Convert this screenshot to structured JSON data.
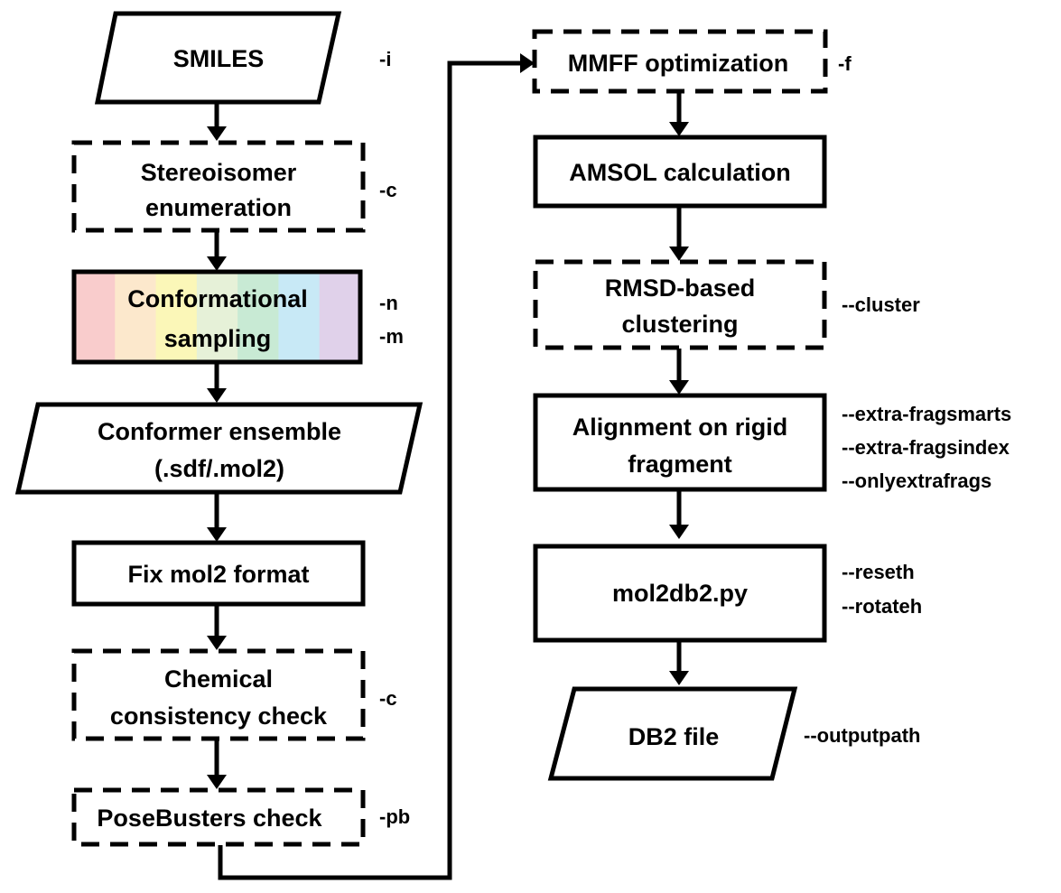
{
  "nodes": {
    "smiles": {
      "label": "SMILES",
      "flags": [
        "-i"
      ]
    },
    "stereo": {
      "lines": [
        "Stereoisomer",
        "enumeration"
      ],
      "flags": [
        "-c"
      ]
    },
    "sampling": {
      "lines": [
        "Conformational",
        "sampling"
      ],
      "flags": [
        "-n",
        "-m"
      ]
    },
    "ensemble": {
      "lines": [
        "Conformer ensemble",
        "(.sdf/.mol2)"
      ],
      "flags": []
    },
    "fixmol2": {
      "label": "Fix mol2 format",
      "flags": []
    },
    "chemcheck": {
      "lines": [
        "Chemical",
        "consistency check"
      ],
      "flags": [
        "-c"
      ]
    },
    "posebusters": {
      "label": "PoseBusters check",
      "flags": [
        "-pb"
      ]
    },
    "mmff": {
      "label": "MMFF optimization",
      "flags": [
        "-f"
      ]
    },
    "amsol": {
      "label": "AMSOL calculation",
      "flags": []
    },
    "rmsd": {
      "lines": [
        "RMSD-based",
        "clustering"
      ],
      "flags": [
        "--cluster"
      ]
    },
    "align": {
      "lines": [
        "Alignment on rigid",
        "fragment"
      ],
      "flags": [
        "--extra-fragsmarts",
        "--extra-fragsindex",
        "--onlyextrafrags"
      ]
    },
    "mol2db2": {
      "label": "mol2db2.py",
      "flags": [
        "--reseth",
        "--rotateh"
      ]
    },
    "db2": {
      "label": "DB2 file",
      "flags": [
        "--outputpath"
      ]
    }
  },
  "colors": {
    "line": "#000000",
    "sampling_bands": [
      "#f9cccc",
      "#fce8cc",
      "#fbf7b8",
      "#e6f1d8",
      "#c8ead4",
      "#c8e9f6",
      "#e0d1ea"
    ]
  }
}
